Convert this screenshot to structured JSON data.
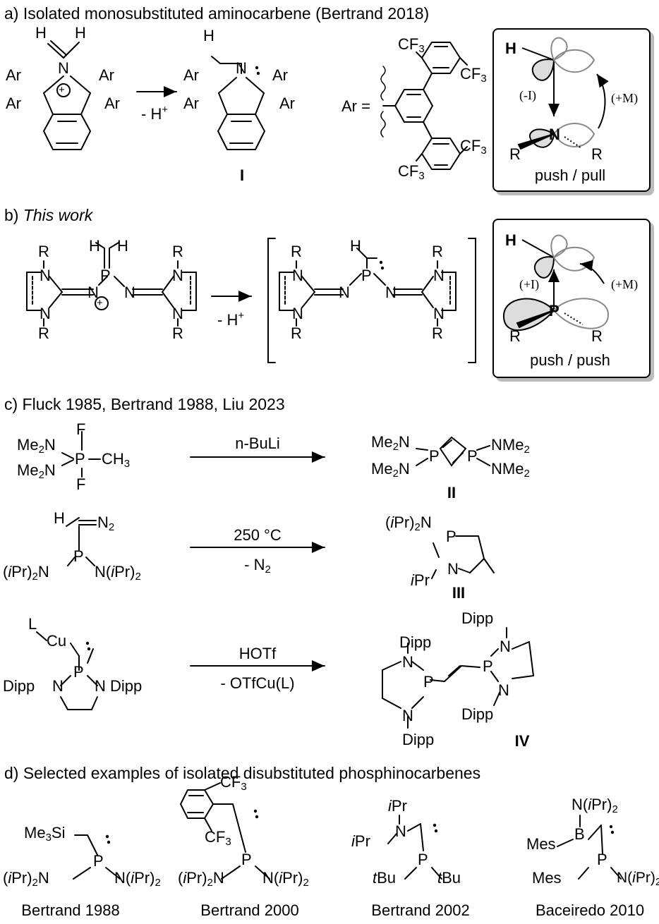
{
  "sections": {
    "a_title": "a) Isolated monosubstituted aminocarbene (Bertrand 2018)",
    "b_prefix": "b) ",
    "b_title": "This work",
    "c_title": "c) Fluck 1985, Bertrand 1988, Liu 2023",
    "d_title": "d) Selected examples of isolated disubstituted phosphinocarbenes"
  },
  "section_a": {
    "arrow_label": "- H",
    "arrow_label_sup": "+",
    "compound_label": "I",
    "ar_def": "Ar =",
    "cf3": "CF",
    "cf3_sub": "3",
    "box_caption": "push / pull",
    "minus_i": "(-I)",
    "plus_m": "(+M)"
  },
  "section_b": {
    "arrow_label": "- H",
    "arrow_label_sup": "+",
    "box_caption": "push / push",
    "plus_i": "(+I)",
    "plus_m": "(+M)"
  },
  "section_c": {
    "r1_reagent": "n-BuLi",
    "r1_label": "II",
    "r2_reagent": "250 °C",
    "r2_sub": "- N",
    "r2_sub_sub": "2",
    "r2_label": "III",
    "r3_reagent": "HOTf",
    "r3_sub": "- OTfCu(L)",
    "r3_label": "IV"
  },
  "section_d": {
    "captions": [
      "Bertrand 1988",
      "Bertrand 2000",
      "Bertrand 2002",
      "Baceiredo 2010"
    ]
  },
  "atoms": {
    "ar": "Ar",
    "n": "N",
    "h": "H",
    "r": "R",
    "p": "P",
    "f": "F",
    "l": "L",
    "cu": "Cu",
    "dipp": "Dipp",
    "b": "B",
    "mes": "Mes",
    "me": "Me",
    "ch": "CH",
    "sub2": "2",
    "sub3": "3",
    "ipr": "iPr",
    "tbu": "tBu",
    "si": "Si",
    "nme": "NMe"
  }
}
